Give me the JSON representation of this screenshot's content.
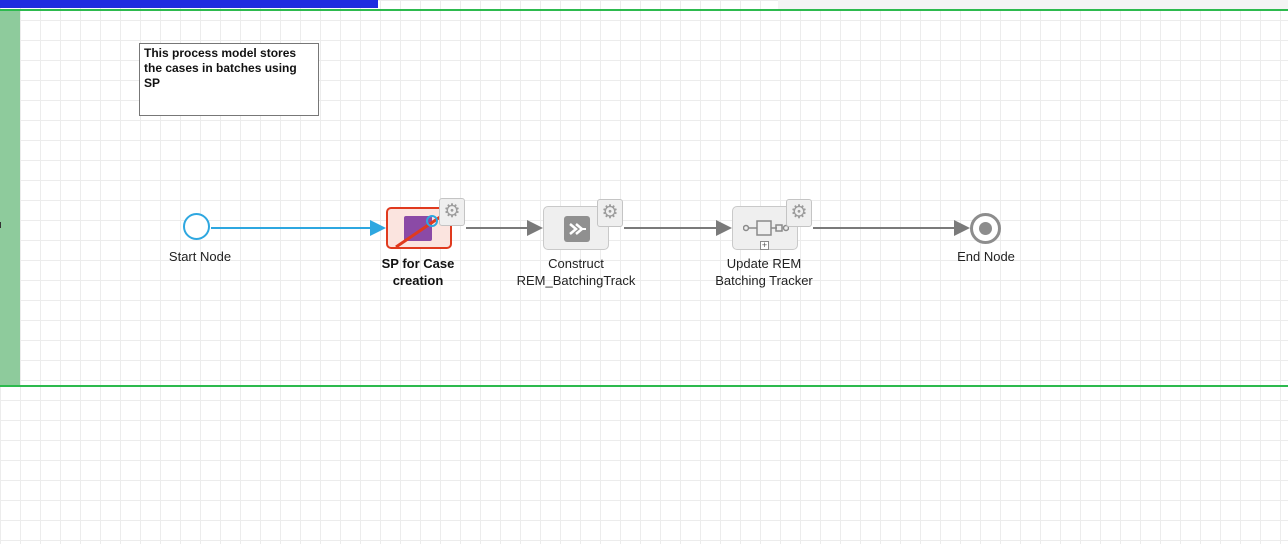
{
  "annotation": {
    "text": "This process model stores the cases in batches using SP"
  },
  "nodes": {
    "start": {
      "label": "Start Node"
    },
    "sp_case_creation": {
      "label_line1": "SP for Case",
      "label_line2": "creation"
    },
    "construct": {
      "label_line1": "Construct",
      "label_line2": "REM_BatchingTrack"
    },
    "update": {
      "label_line1": "Update REM",
      "label_line2": "Batching Tracker"
    },
    "end": {
      "label": "End Node"
    }
  },
  "icons": {
    "gear": "⚙",
    "expand": "+"
  },
  "colors": {
    "lane_border": "#2dba4e",
    "lane_strip": "#8ecb9c",
    "start_node": "#2ea7e0",
    "error_highlight": "#e03a1e",
    "sp_icon": "#8b4aa6",
    "top_bar": "#1f2de0",
    "flow_line": "#7a7a7a"
  }
}
